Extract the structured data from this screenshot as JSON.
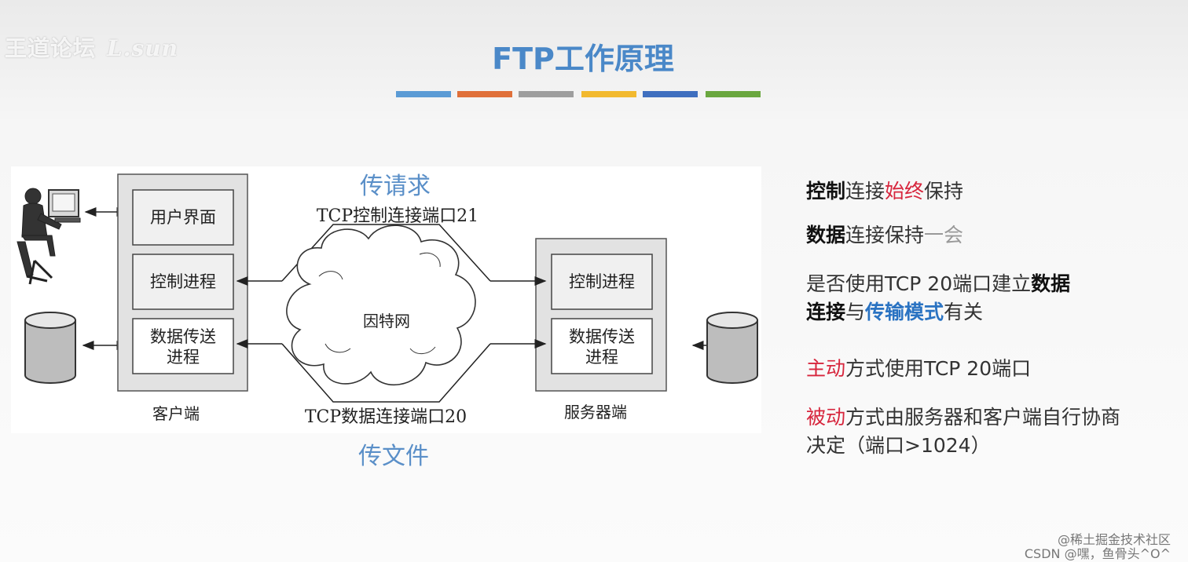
{
  "watermark": {
    "text": "王道论坛",
    "signature": "L.sun"
  },
  "title": "FTP工作原理",
  "color_bars": [
    "#5b9bd5",
    "#e0703a",
    "#9e9e9e",
    "#f2b92f",
    "#3f6fbf",
    "#6aa73f"
  ],
  "diagram": {
    "client_box": {
      "label": "客户端",
      "ui": "用户界面",
      "control": "控制进程",
      "data_line1": "数据传送",
      "data_line2": "进程"
    },
    "server_box": {
      "label": "服务器端",
      "control": "控制进程",
      "data_line1": "数据传送",
      "data_line2": "进程"
    },
    "internet": "因特网",
    "tcp_control": "TCP控制连接端口21",
    "tcp_data": "TCP数据连接端口20",
    "overlay_request": "传请求",
    "overlay_file": "传文件"
  },
  "notes": {
    "line1": {
      "a": "控制",
      "b": "连接",
      "c": "始终",
      "d": "保持"
    },
    "line2": {
      "a": "数据",
      "b": "连接保持",
      "c": "一会"
    },
    "line3": {
      "a": "是否使用TCP 20端口建立",
      "b": "数据"
    },
    "line4": {
      "a": "连接",
      "b": "与",
      "c": "传输模式",
      "d": "有关"
    },
    "line5": {
      "a": "主动",
      "b": "方式使用TCP 20端口"
    },
    "line6": {
      "a": "被动",
      "b": "方式由服务器和客户端自行协商"
    },
    "line7": {
      "a": "决定（端口>1024）"
    }
  },
  "footer": {
    "line1": "@稀土掘金技术社区",
    "line2": "CSDN @嘿，鱼骨头^O^"
  }
}
